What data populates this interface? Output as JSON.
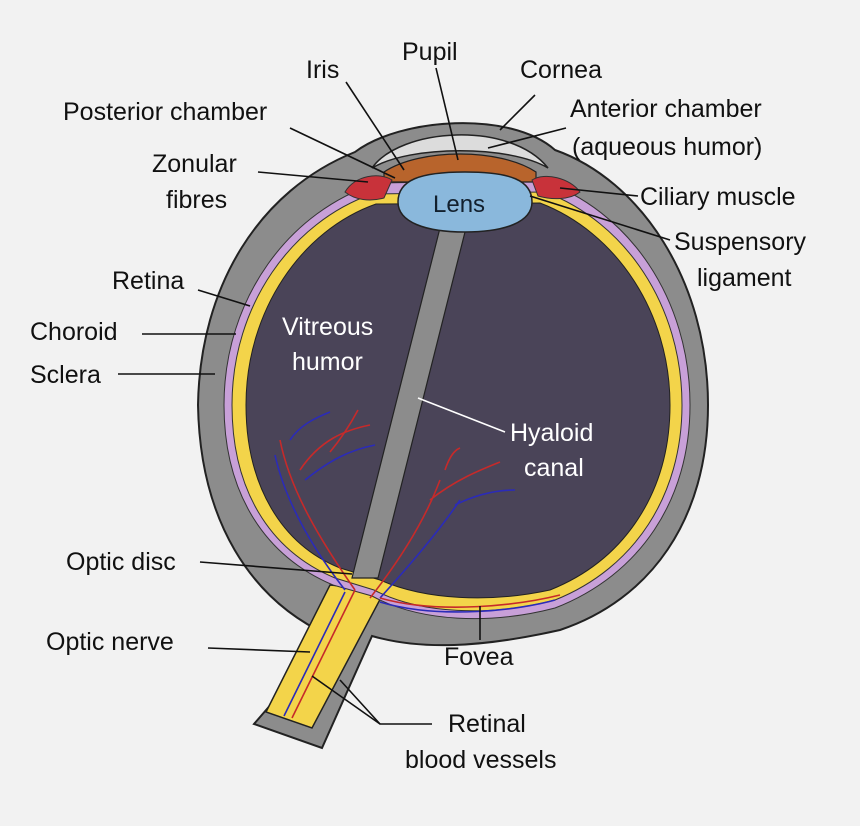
{
  "labels": {
    "iris": "Iris",
    "pupil": "Pupil",
    "cornea": "Cornea",
    "posterior_chamber": "Posterior chamber",
    "anterior_chamber_1": "Anterior chamber",
    "anterior_chamber_2": "(aqueous humor)",
    "zonular_fibres_1": "Zonular",
    "zonular_fibres_2": "fibres",
    "ciliary_muscle": "Ciliary muscle",
    "lens": "Lens",
    "suspensory_ligament_1": "Suspensory",
    "suspensory_ligament_2": "ligament",
    "retina": "Retina",
    "choroid": "Choroid",
    "sclera": "Sclera",
    "vitreous_humor_1": "Vitreous",
    "vitreous_humor_2": "humor",
    "hyaloid_canal_1": "Hyaloid",
    "hyaloid_canal_2": "canal",
    "optic_disc": "Optic disc",
    "optic_nerve": "Optic nerve",
    "fovea": "Fovea",
    "retinal_vessels_1": "Retinal",
    "retinal_vessels_2": "blood vessels"
  },
  "colors": {
    "background": "#f2f2f2",
    "sclera": "#8c8c8c",
    "choroid": "#c8a0d8",
    "retina": "#f3d44a",
    "vitreous": "#4a4458",
    "lens": "#8ab8dc",
    "iris": "#b8642c",
    "ciliary": "#c8323a",
    "cornea": "#dcdcdc",
    "artery": "#c62a2a",
    "vein": "#2b2bb8"
  }
}
